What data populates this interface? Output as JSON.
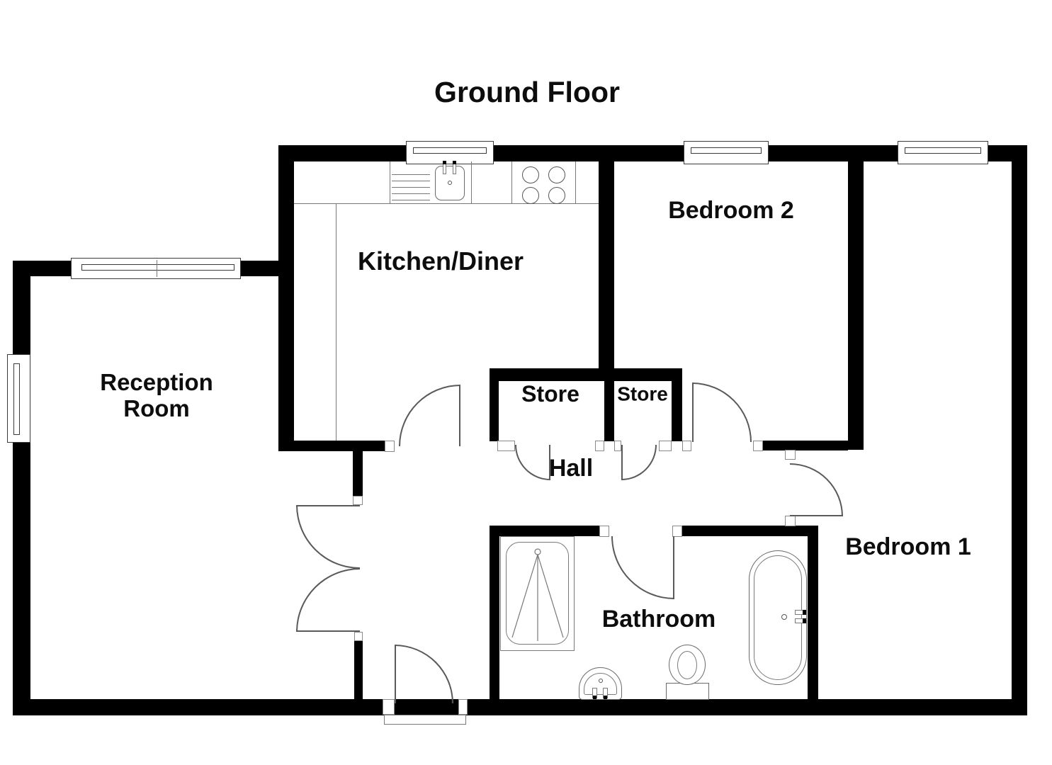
{
  "title": "Ground Floor",
  "rooms": {
    "reception": {
      "label": "Reception Room"
    },
    "kitchen": {
      "label": "Kitchen/Diner"
    },
    "bedroom2": {
      "label": "Bedroom 2"
    },
    "bedroom1": {
      "label": "Bedroom 1"
    },
    "store1": {
      "label": "Store"
    },
    "store2": {
      "label": "Store"
    },
    "hall": {
      "label": "Hall"
    },
    "bathroom": {
      "label": "Bathroom"
    }
  },
  "colors": {
    "wall": "#000000",
    "line": "#5a5a5a",
    "text": "#0d0d0d",
    "background": "#ffffff"
  },
  "fixtures": {
    "kitchen": [
      "drainer-icon",
      "sink-icon",
      "hob-icon"
    ],
    "bathroom": [
      "shower-icon",
      "basin-icon",
      "toilet-icon",
      "bathtub-icon"
    ],
    "windows": 5,
    "door_arcs": 9
  }
}
